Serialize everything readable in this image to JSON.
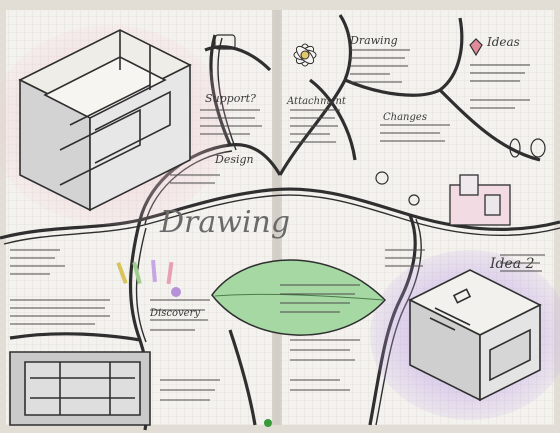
{
  "photo": {
    "subject": "sketchbook-spread",
    "palette": {
      "paper": "#f4f2ee",
      "grid": "#d9d6cf",
      "ink": "#2f2f2f",
      "pink": "#e6a3b6",
      "purple": "#8c6ac4",
      "green": "#9fd49d",
      "grey_wash": "#c9c9c9"
    }
  },
  "labels": {
    "left_page": {
      "top_heading": "Support?",
      "middle_heading": "Design",
      "bottom_heading": "Discovery"
    },
    "right_page": {
      "top_center": "Drawing",
      "top_right": "Ideas",
      "branch_left": "Attachment",
      "branch_right": "Changes",
      "lower_right": "Idea 2"
    },
    "center_banner": "Drawing"
  }
}
